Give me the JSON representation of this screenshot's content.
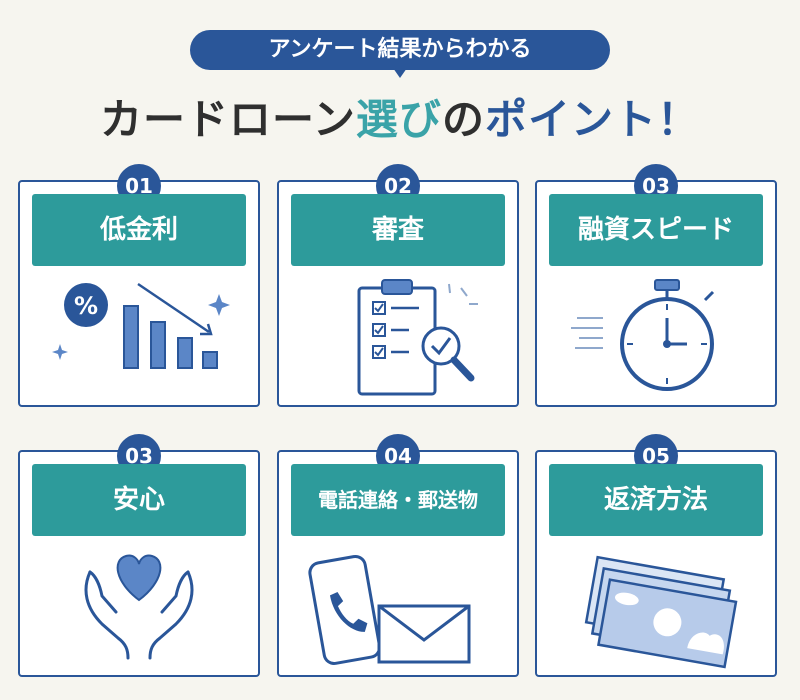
{
  "header": {
    "badge": "アンケート結果からわかる",
    "title_part1": "カードローン",
    "title_highlight": "選び",
    "title_part2": "の",
    "title_part3": "ポイント！"
  },
  "cards": [
    {
      "num": "01",
      "label": "低金利",
      "icon": "interest-rate-icon"
    },
    {
      "num": "02",
      "label": "審査",
      "icon": "clipboard-check-icon"
    },
    {
      "num": "03",
      "label": "融資スピード",
      "icon": "stopwatch-icon"
    },
    {
      "num": "03",
      "label": "安心",
      "icon": "heart-hands-icon"
    },
    {
      "num": "04",
      "label": "電話連絡・郵送物",
      "icon": "phone-mail-icon"
    },
    {
      "num": "05",
      "label": "返済方法",
      "icon": "banknote-icon"
    }
  ],
  "colors": {
    "navy": "#2a5699",
    "teal": "#2d9b9b",
    "highlight": "#3aa3a8",
    "background": "#f6f5ef",
    "light_blue": "#5b86c7"
  }
}
